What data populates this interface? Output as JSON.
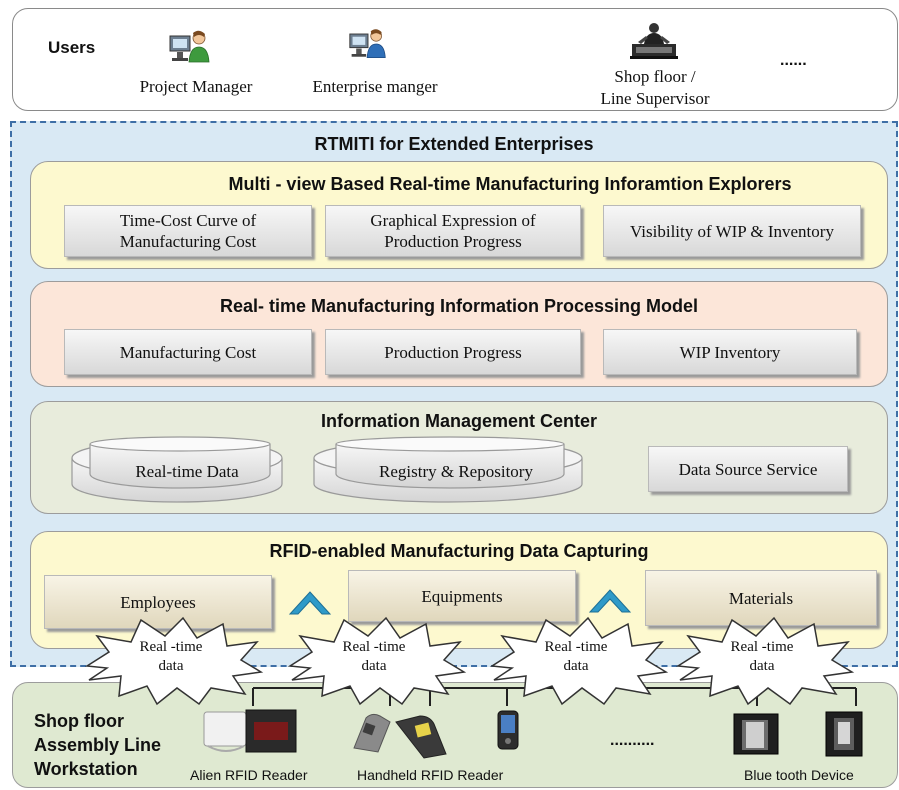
{
  "users": {
    "heading": "Users",
    "items": [
      {
        "label": "Project Manager",
        "icon": "user-computer-icon"
      },
      {
        "label": "Enterprise manger",
        "icon": "user-computer-icon"
      },
      {
        "label_line1": "Shop floor /",
        "label_line2": "Line Supervisor",
        "icon": "worker-at-machine-icon"
      }
    ],
    "more": "......"
  },
  "rtmiti": {
    "title": "RTMITI for Extended Enterprises"
  },
  "explorers": {
    "title": "Multi - view Based Real-time Manufacturing Inforamtion Explorers",
    "box1_line1": "Time-Cost Curve of",
    "box1_line2": "Manufacturing Cost",
    "box2_line1": "Graphical Expression of",
    "box2_line2": "Production Progress",
    "box3": "Visibility of WIP & Inventory"
  },
  "processing": {
    "title": "Real- time Manufacturing Information Processing Model",
    "box1": "Manufacturing Cost",
    "box2": "Production Progress",
    "box3": "WIP Inventory"
  },
  "management": {
    "title": "Information Management Center",
    "db1": "Real-time Data",
    "db2": "Registry & Repository",
    "box3": "Data  Source Service"
  },
  "capturing": {
    "title": "RFID-enabled Manufacturing Data Capturing",
    "box1": "Employees",
    "box2": "Equipments",
    "box3": "Materials"
  },
  "bursts": {
    "line1": "Real -time",
    "line2": "data"
  },
  "shopfloor": {
    "line1": "Shop floor",
    "line2": "Assembly Line",
    "line3": "Workstation",
    "devices": {
      "alien": "Alien RFID Reader",
      "handheld": "Handheld RFID Reader",
      "ellipsis": "..........",
      "bluetooth": "Blue tooth Device"
    }
  },
  "colors": {
    "container_fill": "#d9e9f4",
    "container_border": "#3e6fa6",
    "explorers_fill": "#fdf9cf",
    "processing_fill": "#fce6d9",
    "management_fill": "#e8ecdc",
    "capturing_fill": "#fdf9cf",
    "shopfloor_fill": "#dfe9d1",
    "arrow_color": "#2f9ac8"
  }
}
